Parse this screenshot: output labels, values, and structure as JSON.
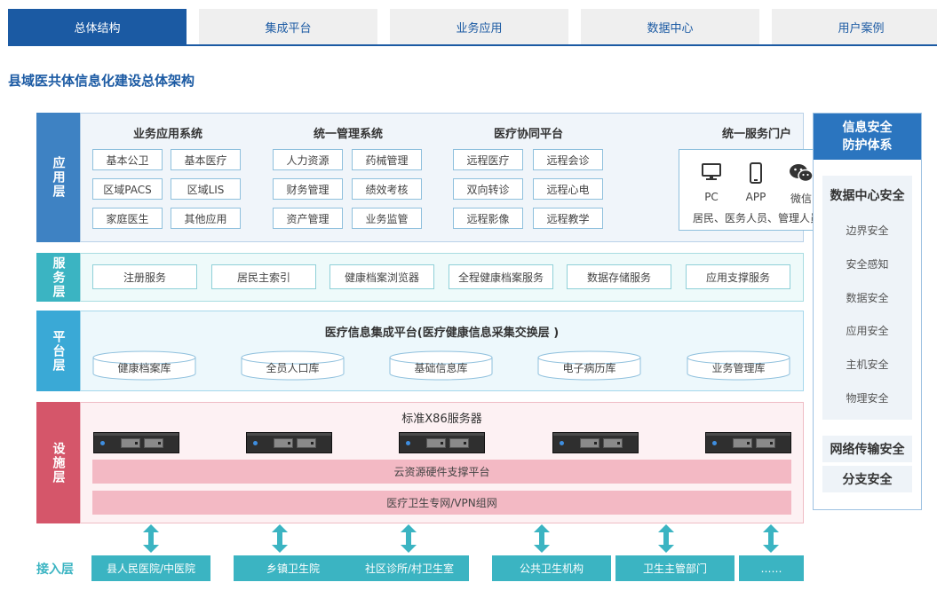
{
  "tabs": [
    {
      "label": "总体结构"
    },
    {
      "label": "集成平台"
    },
    {
      "label": "业务应用"
    },
    {
      "label": "数据中心"
    },
    {
      "label": "用户案例"
    }
  ],
  "page_title": "县域医共体信息化建设总体架构",
  "application_layer": {
    "label": "应用层",
    "groups": [
      {
        "title": "业务应用系统",
        "items": [
          "基本公卫",
          "基本医疗",
          "区域PACS",
          "区域LIS",
          "家庭医生",
          "其他应用"
        ]
      },
      {
        "title": "统一管理系统",
        "items": [
          "人力资源",
          "药械管理",
          "财务管理",
          "绩效考核",
          "资产管理",
          "业务监管"
        ]
      },
      {
        "title": "医疗协同平台",
        "items": [
          "远程医疗",
          "远程会诊",
          "双向转诊",
          "远程心电",
          "远程影像",
          "远程教学"
        ]
      }
    ],
    "portal": {
      "title": "统一服务门户",
      "channels": [
        {
          "label": "PC",
          "icon": "monitor-icon"
        },
        {
          "label": "APP",
          "icon": "phone-icon"
        },
        {
          "label": "微信",
          "icon": "wechat-icon"
        }
      ],
      "users": "居民、医务人员、管理人员"
    }
  },
  "service_layer": {
    "label": "服务层",
    "items": [
      "注册服务",
      "居民主索引",
      "健康档案浏览器",
      "全程健康档案服务",
      "数据存储服务",
      "应用支撑服务"
    ]
  },
  "platform_layer": {
    "label": "平台层",
    "title": "医疗信息集成平台(医疗健康信息采集交换层 )",
    "databases": [
      "健康档案库",
      "全员人口库",
      "基础信息库",
      "电子病历库",
      "业务管理库"
    ]
  },
  "infrastructure_layer": {
    "label": "设施层",
    "title": "标准X86服务器",
    "server_count": 5,
    "bars": [
      "云资源硬件支撑平台",
      "医疗卫生专网/VPN组网"
    ]
  },
  "security": {
    "title_line1": "信息安全",
    "title_line2": "防护体系",
    "datacenter_title": "数据中心安全",
    "datacenter_items": [
      "边界安全",
      "安全感知",
      "数据安全",
      "应用安全",
      "主机安全",
      "物理安全"
    ],
    "network": "网络传输安全",
    "branch": "分支安全"
  },
  "access_layer": {
    "label": "接入层",
    "items": [
      "县人民医院/中医院",
      "乡镇卫生院",
      "社区诊所/村卫生室",
      "公共卫生机构",
      "卫生主管部门",
      "……"
    ]
  },
  "colors": {
    "primary": "#1b5aa3",
    "application": "#3e82c3",
    "service": "#3bb4c2",
    "platform": "#3aa9d6",
    "infrastructure": "#d5566a",
    "infra_bar": "#f3b9c4"
  }
}
